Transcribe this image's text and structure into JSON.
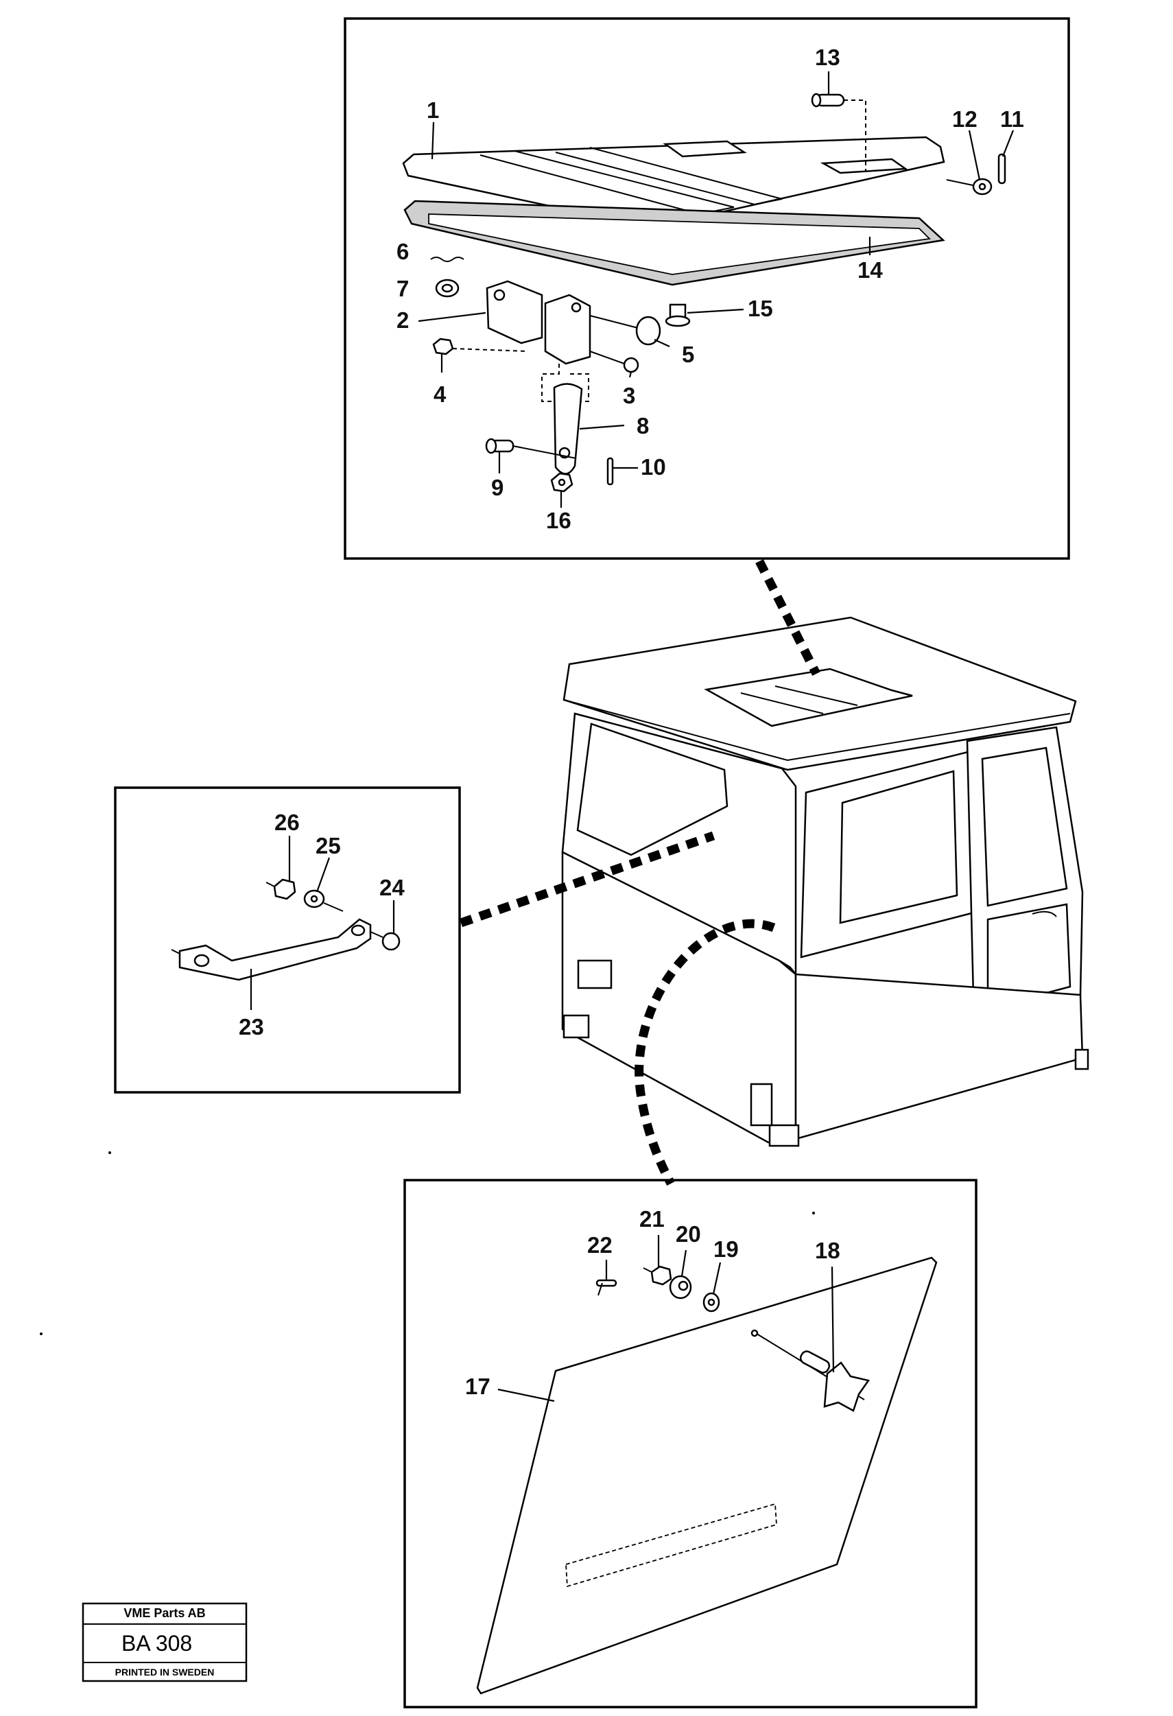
{
  "title_block": {
    "company": "VME Parts AB",
    "code": "BA 308",
    "printed": "PRINTED IN SWEDEN"
  },
  "callouts": {
    "c1": "1",
    "c2": "2",
    "c3": "3",
    "c4": "4",
    "c5": "5",
    "c6": "6",
    "c7": "7",
    "c8": "8",
    "c9": "9",
    "c10": "10",
    "c11": "11",
    "c12": "12",
    "c13": "13",
    "c14": "14",
    "c15": "15",
    "c16": "16",
    "c17": "17",
    "c18": "18",
    "c19": "19",
    "c20": "20",
    "c21": "21",
    "c22": "22",
    "c23": "23",
    "c24": "24",
    "c25": "25",
    "c26": "26"
  }
}
